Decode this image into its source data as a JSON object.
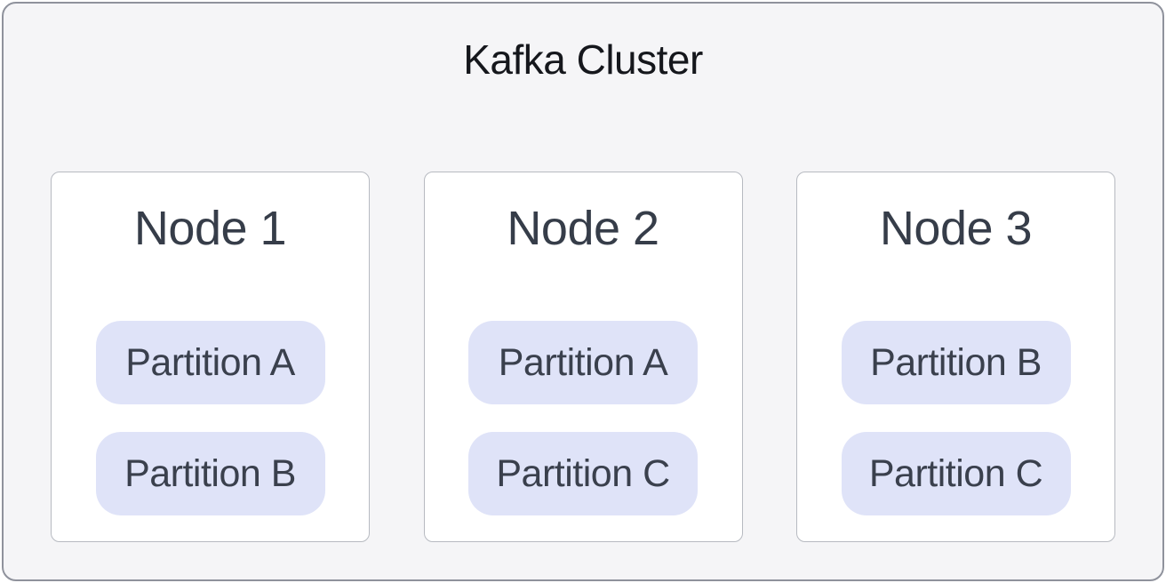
{
  "diagram": {
    "title": "Kafka Cluster",
    "nodes": [
      {
        "title": "Node 1",
        "partitions": [
          "Partition A",
          "Partition B"
        ]
      },
      {
        "title": "Node 2",
        "partitions": [
          "Partition A",
          "Partition C"
        ]
      },
      {
        "title": "Node 3",
        "partitions": [
          "Partition B",
          "Partition C"
        ]
      }
    ],
    "colors": {
      "canvas_bg": "#f5f5f7",
      "canvas_border": "#8f929c",
      "card_bg": "#ffffff",
      "card_border": "#b7bac1",
      "partition_bg": "#dfe3f8",
      "title_text": "#15171c",
      "node_text": "#363d49",
      "partition_text": "#3a404d"
    }
  }
}
